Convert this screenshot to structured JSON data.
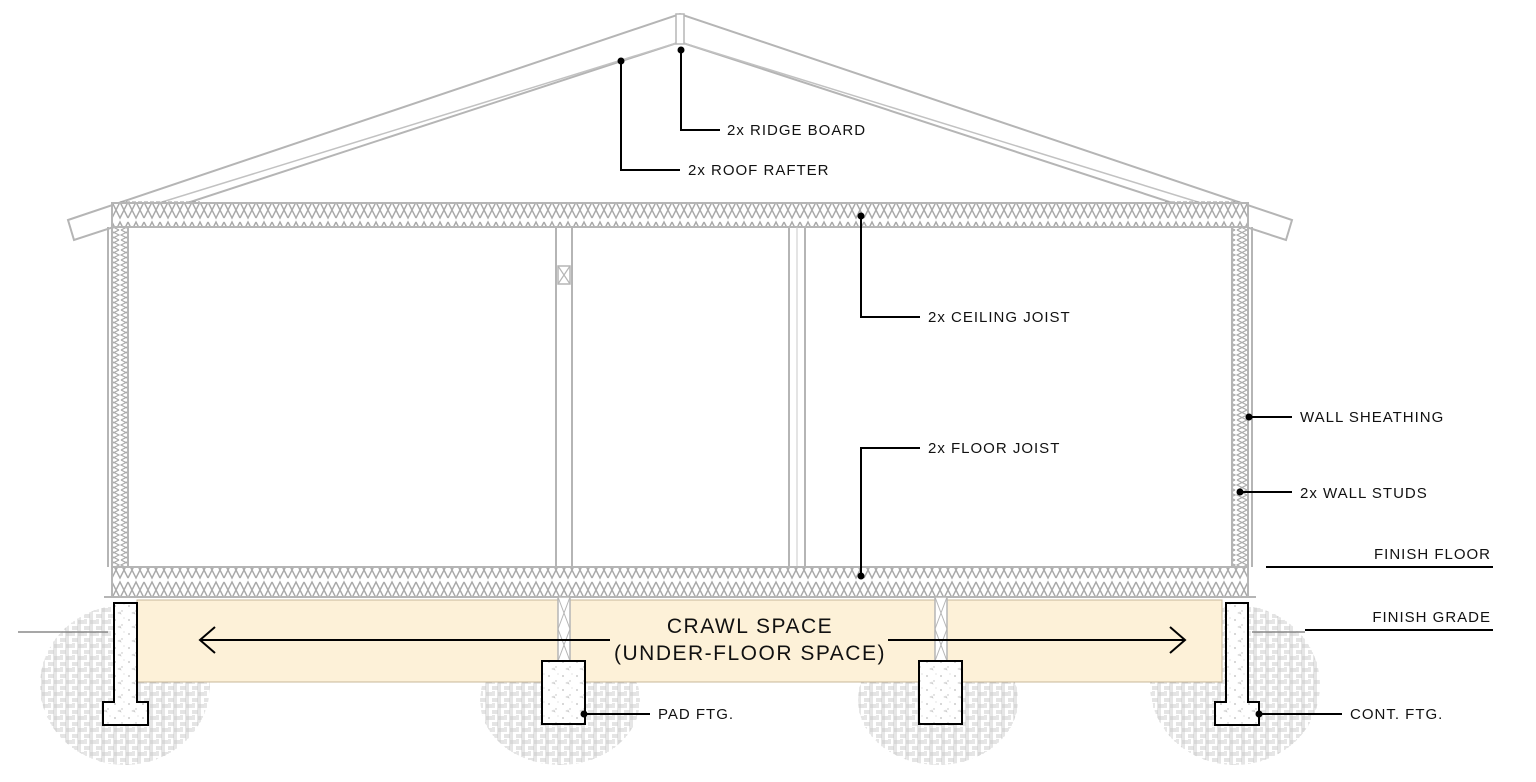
{
  "labels": {
    "ridge_board": "2x RIDGE BOARD",
    "roof_rafter": "2x ROOF RAFTER",
    "ceiling_joist": "2x CEILING JOIST",
    "wall_sheathing": "WALL SHEATHING",
    "floor_joist": "2x FLOOR JOIST",
    "wall_studs": "2x WALL STUDS",
    "finish_floor": "FINISH FLOOR",
    "finish_grade": "FINISH GRADE",
    "crawl_space": "CRAWL SPACE",
    "under_floor": "(UNDER-FLOOR SPACE)",
    "pad_ftg": "PAD FTG.",
    "cont_ftg": "CONT. FTG."
  },
  "colors": {
    "line": "#b5b5b5",
    "crawl_fill": "#fdf1d8",
    "leader": "#000000"
  }
}
